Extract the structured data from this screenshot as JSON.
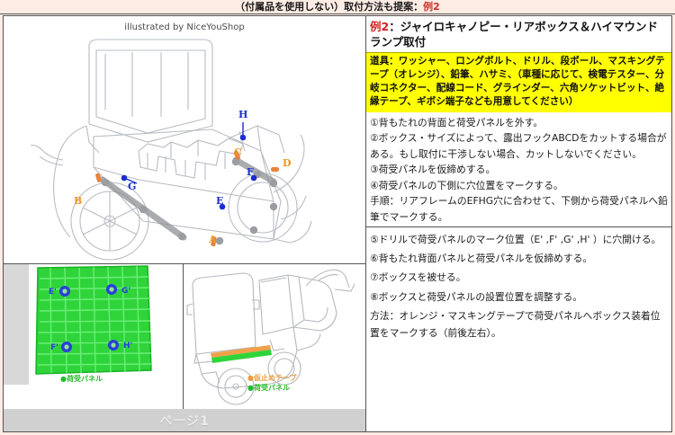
{
  "banner": {
    "text_main": "（付属品を使用しない）取付方法も提案：",
    "text_accent": "例2"
  },
  "left_panel": {
    "credit": "illustrated by NiceYouShop",
    "page_label": "ページ1",
    "main_illustration": {
      "name": "gyro-canopy-rear-box-diagram",
      "labels_orange": [
        "A",
        "B",
        "C",
        "D"
      ],
      "labels_blue": [
        "E",
        "F",
        "G",
        "H"
      ]
    },
    "bottom_left_image": {
      "name": "load-panel-green-grid",
      "hole_labels": [
        "E'",
        "G'",
        "F'",
        "H'"
      ],
      "caption": "●荷受パネル"
    },
    "bottom_right_image": {
      "name": "scooter-side-view-tape",
      "caption_tape": "●仮止めテープ",
      "caption_panel": "●荷受パネル"
    }
  },
  "right_panel": {
    "title_prefix": "例2",
    "title_sep": "：",
    "title_text": "ジャイロキャノピー・リアボックス＆ハイマウンドランプ取付",
    "tools": "道具：ワッシャー、ロングボルト、ドリル、段ボール、マスキングテープ（オレンジ）、鉛筆、ハサミ、（車種に応じて、検電テスター、分岐コネクター、配線コード、グラインダー、六角ソケットビット、絶縁テープ、ギボシ端子なども用意してください）",
    "steps_a": [
      "①背もたれの背面と荷受パネルを外す。",
      "②ボックス・サイズによって、露出フックABCDをカットする場合がある。もし取付に干渉しない場合、カットしないでください。",
      "③荷受パネルを仮締めする。",
      "④荷受パネルの下側に穴位置をマークする。",
      "手順：リアフレームのEFHG穴に合わせて、下側から荷受パネルへ鉛筆でマークする。"
    ],
    "steps_b": [
      "⑤ドリルで荷受パネルのマーク位置（E' ,F' ,G' ,H' ）に穴開ける。",
      "⑥背もたれ背面パネルと荷受パネルを仮締めする。",
      "⑦ボックスを被せる。",
      "⑧ボックスと荷受パネルの設置位置を調整する。",
      "方法：オレンジ・マスキングテープで荷受パネルへボックス装着位置をマークする（前後左右）。"
    ]
  },
  "colors": {
    "banner_bg": "#fdece4",
    "accent_red": "#c9342b",
    "tools_highlight": "#ffff00",
    "label_orange": "#f0941e",
    "label_blue": "#1b2fd0",
    "panel_green": "#2fd43a",
    "footer_gray": "#d0d0d0"
  }
}
